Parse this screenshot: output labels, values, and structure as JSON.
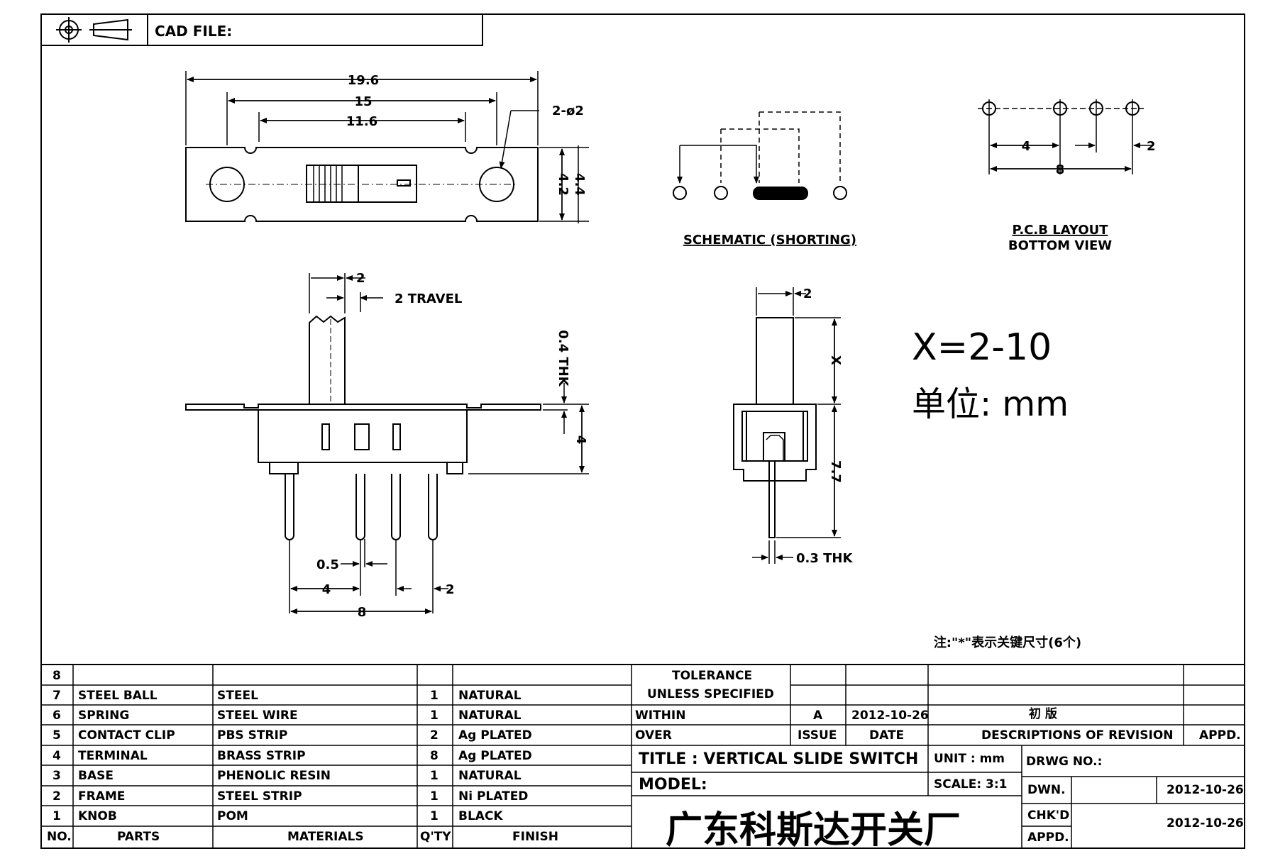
{
  "header": {
    "cad_file_label": "CAD FILE:"
  },
  "dimensions_top": {
    "overall": "19.6",
    "hole_pitch": "15",
    "slot": "11.6",
    "hole": "2-ø2",
    "h1": "4.2",
    "h2": "4.4"
  },
  "schematic": {
    "label": "SCHEMATIC (SHORTING)"
  },
  "pcb": {
    "line1": "P.C.B LAYOUT",
    "line2": "BOTTOM VIEW",
    "d4": "4",
    "d8": "8",
    "d2": "2"
  },
  "front_view": {
    "knob_w": "2",
    "travel": "2 TRAVEL",
    "thk": "0.4 THK",
    "height": "4",
    "pin_w": "0.5",
    "pitch4": "4",
    "pitch2": "2",
    "pitch8": "8"
  },
  "side_view": {
    "w": "2",
    "x": "X",
    "h": "7.7",
    "thk": "0.3 THK"
  },
  "notes": {
    "x_range": "X=2-10",
    "unit": "单位: mm",
    "footnote": "注:\"*\"表示关键尺寸(6个)"
  },
  "bom": {
    "rows": [
      {
        "no": "8",
        "part": "",
        "material": "",
        "qty": "",
        "finish": ""
      },
      {
        "no": "7",
        "part": "STEEL BALL",
        "material": "STEEL",
        "qty": "1",
        "finish": "NATURAL"
      },
      {
        "no": "6",
        "part": "SPRING",
        "material": "STEEL WIRE",
        "qty": "1",
        "finish": "NATURAL"
      },
      {
        "no": "5",
        "part": "CONTACT CLIP",
        "material": "PBS STRIP",
        "qty": "2",
        "finish": "Ag PLATED"
      },
      {
        "no": "4",
        "part": "TERMINAL",
        "material": "BRASS STRIP",
        "qty": "8",
        "finish": "Ag PLATED"
      },
      {
        "no": "3",
        "part": "BASE",
        "material": "PHENOLIC RESIN",
        "qty": "1",
        "finish": "NATURAL"
      },
      {
        "no": "2",
        "part": "FRAME",
        "material": "STEEL STRIP",
        "qty": "1",
        "finish": "Ni PLATED"
      },
      {
        "no": "1",
        "part": "KNOB",
        "material": "POM",
        "qty": "1",
        "finish": "BLACK"
      }
    ],
    "headers": {
      "no": "NO.",
      "parts": "PARTS",
      "materials": "MATERIALS",
      "qty": "Q'TY",
      "finish": "FINISH"
    }
  },
  "title_block": {
    "tolerance1": "TOLERANCE",
    "tolerance2": "UNLESS SPECIFIED",
    "within": "WITHIN",
    "over": "OVER",
    "rev_issue": "A",
    "rev_date": "2012-10-26",
    "rev_desc": "初 版",
    "issue": "ISSUE",
    "date": "DATE",
    "desc": "DESCRIPTIONS OF REVISION",
    "appd": "APPD.",
    "title": "TITLE :  VERTICAL SLIDE SWITCH",
    "unit": "UNIT :  mm",
    "drwg": "DRWG NO.:",
    "model": "MODEL:",
    "scale": "SCALE:  3:1",
    "dwn": "DWN.",
    "dwn_date": "2012-10-26",
    "chkd": "CHK'D",
    "chk_date": "2012-10-26",
    "appd2": "APPD.",
    "company": "广东科斯达开关厂"
  }
}
